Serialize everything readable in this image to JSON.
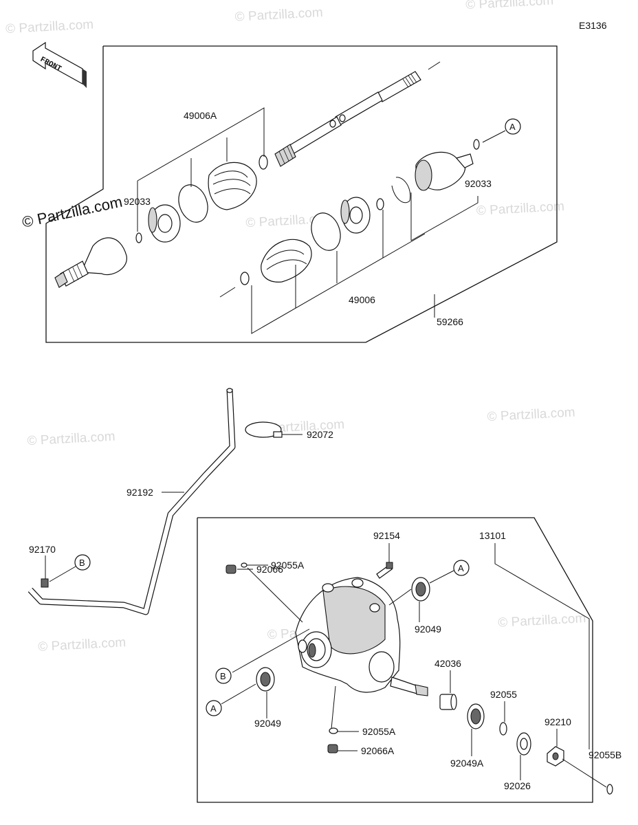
{
  "diagram_code": "E3136",
  "front_label": "FRONT",
  "watermark": "© Partzilla.com",
  "callouts": {
    "a_top": "A",
    "a_right": "A",
    "a_left": "A",
    "b_left": "B",
    "b_housing": "B"
  },
  "parts": {
    "p49006A": "49006A",
    "p92033_left": "92033",
    "p92033_right": "92033",
    "p49006": "49006",
    "p59266": "59266",
    "p92072": "92072",
    "p92192": "92192",
    "p92170": "92170",
    "p92066": "92066",
    "p92055A_top": "92055A",
    "p92154": "92154",
    "p13101": "13101",
    "p92049_right": "92049",
    "p92049_left": "92049",
    "p42036": "42036",
    "p92055": "92055",
    "p92210": "92210",
    "p92055A_bottom": "92055A",
    "p92066A": "92066A",
    "p92049A": "92049A",
    "p92026": "92026",
    "p92055B": "92055B"
  }
}
